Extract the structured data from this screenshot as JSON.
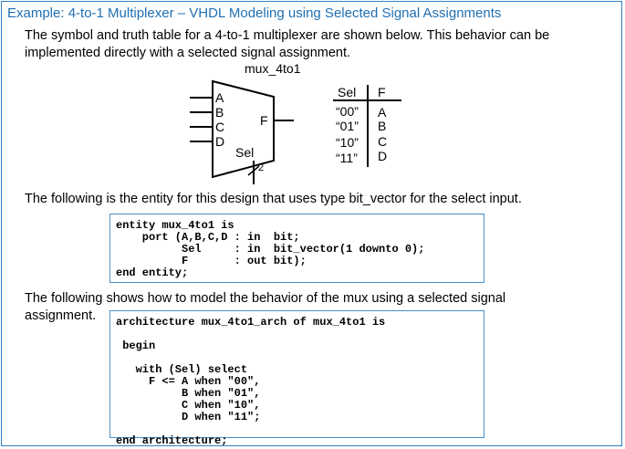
{
  "title": "Example: 4-to-1 Multiplexer – VHDL Modeling using Selected Signal Assignments",
  "intro": {
    "line1": "The symbol and truth table for a 4-to-1 multiplexer are shown below.  This behavior can be",
    "line2": "implemented directly with a selected signal assignment."
  },
  "symbol": {
    "name": "mux_4to1",
    "inputs": [
      "A",
      "B",
      "C",
      "D"
    ],
    "output": "F",
    "select": "Sel",
    "select_width": "2"
  },
  "truth_table": {
    "headers": [
      "Sel",
      "F"
    ],
    "rows": [
      {
        "sel": "“00”",
        "f": "A"
      },
      {
        "sel": "“01”",
        "f": "B"
      },
      {
        "sel": "“10”",
        "f": "C"
      },
      {
        "sel": "“11”",
        "f": "D"
      }
    ]
  },
  "entity_text": "The following is the entity for this design that uses type bit_vector for the select input.",
  "entity_code": [
    "entity mux_4to1 is",
    "    port (A,B,C,D : in  bit;",
    "          Sel     : in  bit_vector(1 downto 0);",
    "          F       : out bit);",
    "end entity;"
  ],
  "arch_text": {
    "line1": "The following shows how to model the behavior of the mux using a selected signal",
    "line2": "assignment."
  },
  "arch_code": [
    "architecture mux_4to1_arch of mux_4to1 is",
    "",
    " begin",
    "",
    "   with (Sel) select",
    "     F <= A when \"00\",",
    "          B when \"01\",",
    "          C when \"10\",",
    "          D when \"11\";",
    "",
    "end architecture;"
  ]
}
